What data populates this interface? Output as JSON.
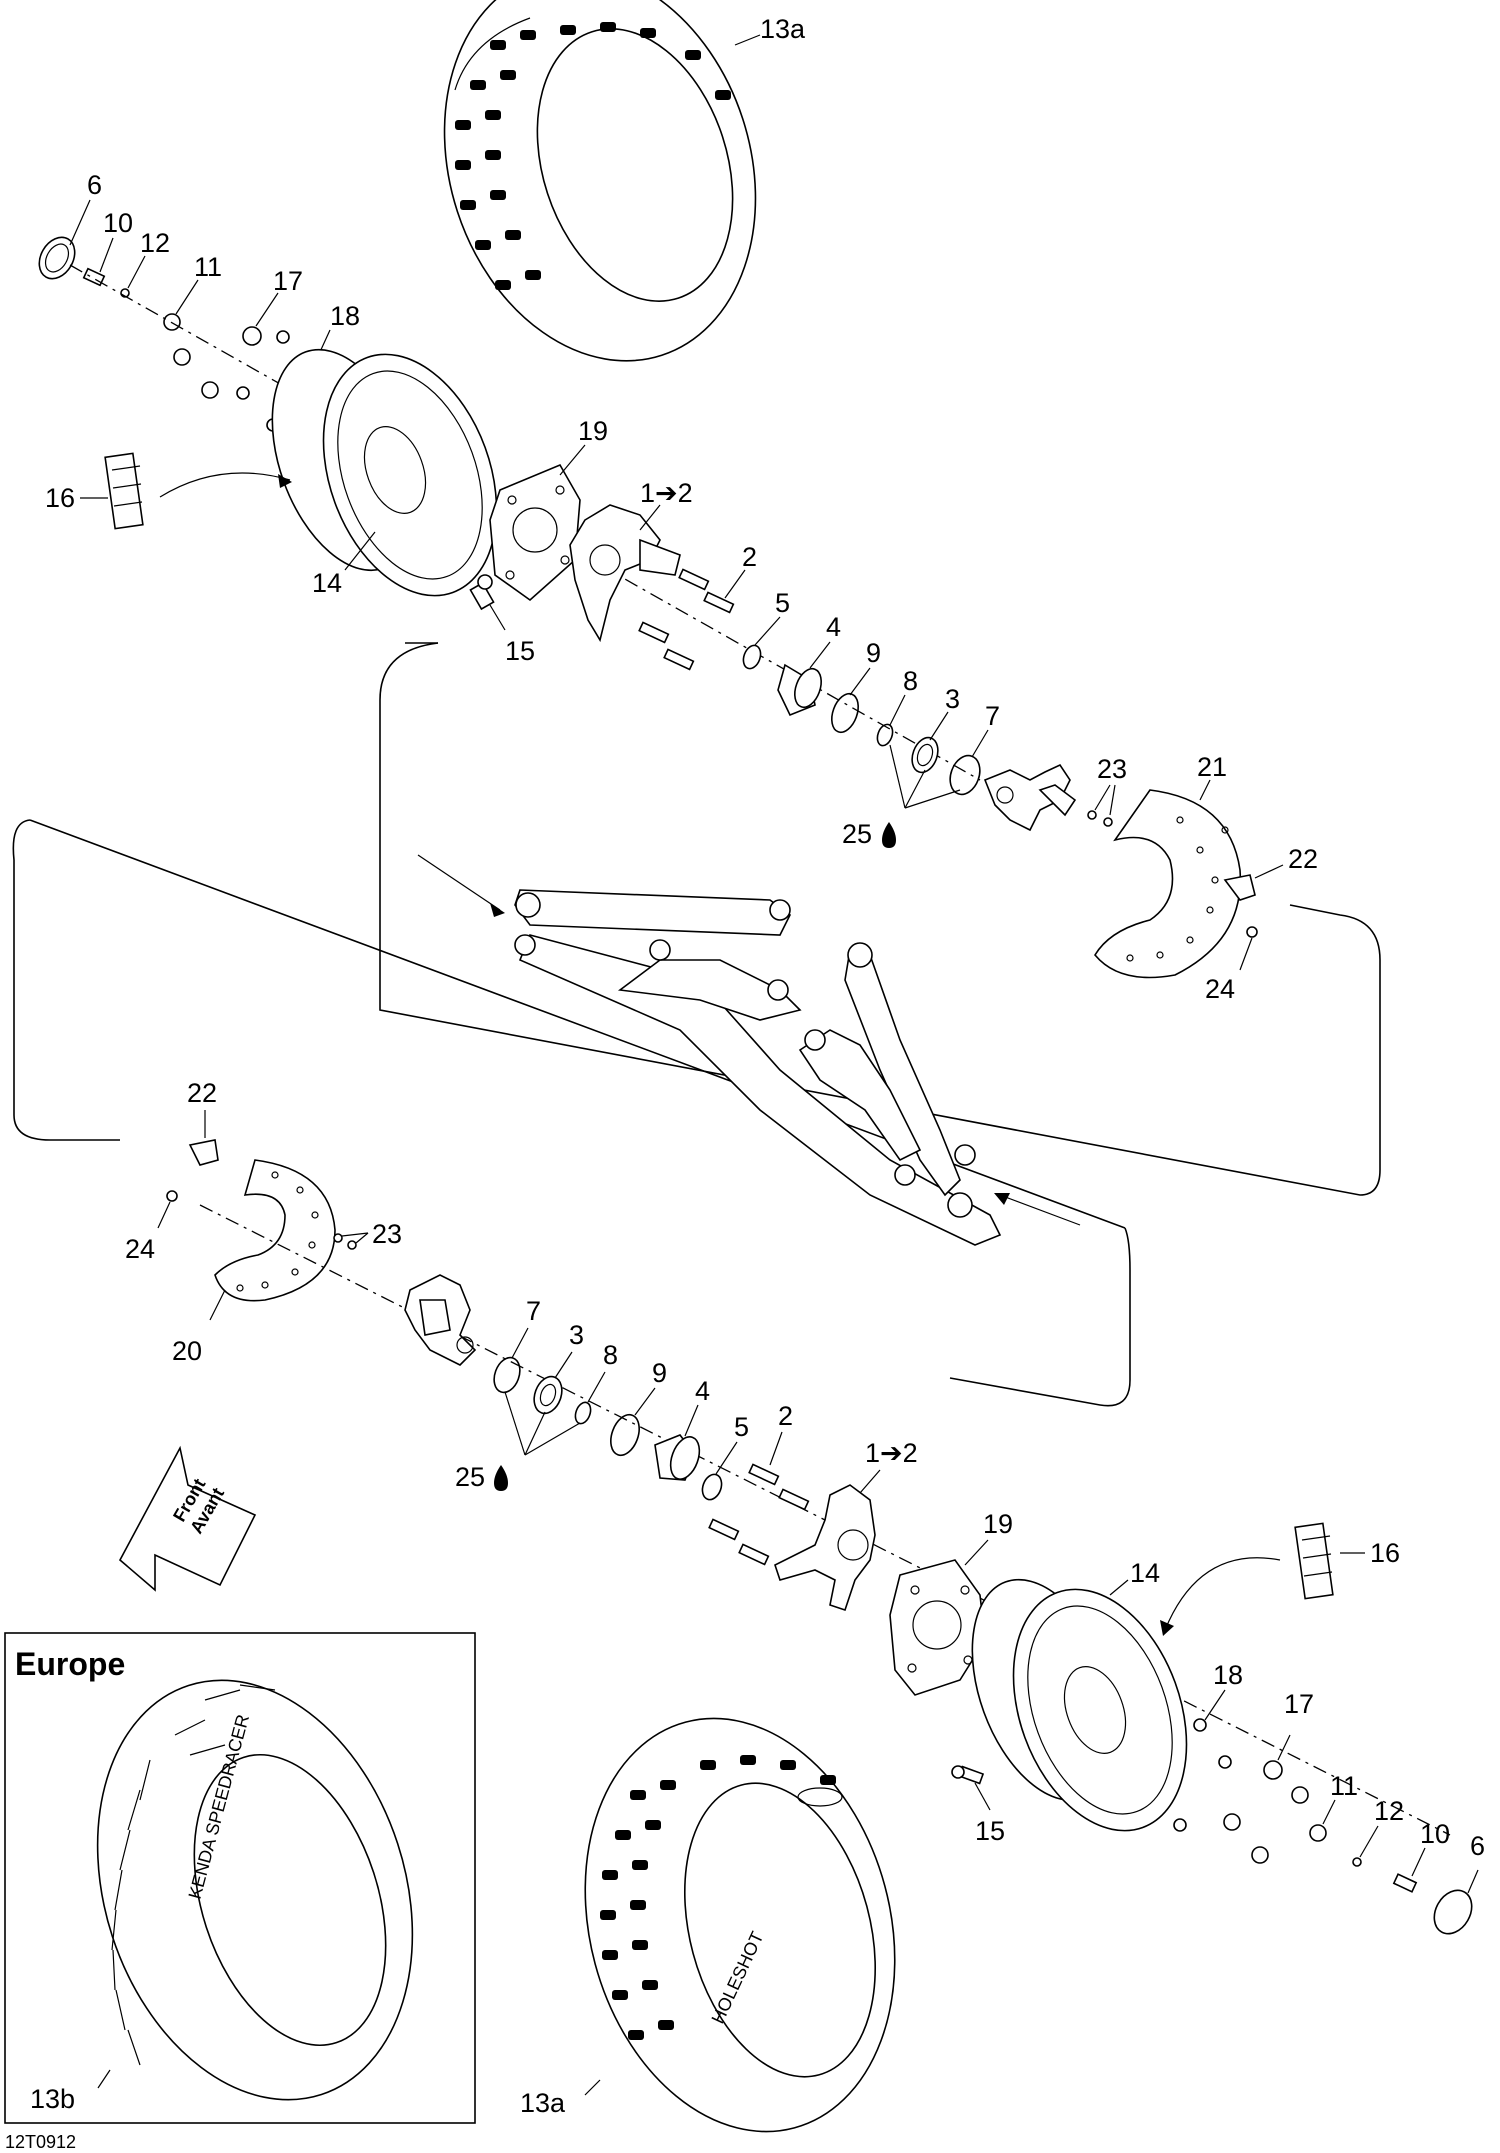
{
  "drawing_id": "12T0912",
  "inset_title": "Europe",
  "front_arrow": {
    "line1": "Front",
    "line2": "Avant"
  },
  "tire_texts": {
    "speedracer": "KENDA SPEEDRACER",
    "holeshot": "HOLESHOT"
  },
  "labels": {
    "p13a_top": "13a",
    "p6_top": "6",
    "p10_top": "10",
    "p12_top": "12",
    "p11_top": "11",
    "p17_top": "17",
    "p18_top": "18",
    "p16_top": "16",
    "p19_top": "19",
    "p1_2_top": "1➔2",
    "p2_top": "2",
    "p14_top": "14",
    "p15_top": "15",
    "p5_top": "5",
    "p4_top": "4",
    "p9_top": "9",
    "p8_top": "8",
    "p3_top": "3",
    "p7_top": "7",
    "p25_top": "25",
    "p23_top": "23",
    "p21_top": "21",
    "p22_top": "22",
    "p24_top": "24",
    "p22_bot": "22",
    "p24_bot": "24",
    "p23_bot": "23",
    "p20_bot": "20",
    "p7_bot": "7",
    "p3_bot": "3",
    "p8_bot": "8",
    "p9_bot": "9",
    "p4_bot": "4",
    "p5_bot": "5",
    "p2_bot": "2",
    "p1_2_bot": "1➔2",
    "p25_bot": "25",
    "p19_bot": "19",
    "p14_bot": "14",
    "p16_bot": "16",
    "p18_bot": "18",
    "p17_bot": "17",
    "p11_bot": "11",
    "p12_bot": "12",
    "p10_bot": "10",
    "p6_bot": "6",
    "p15_bot": "15",
    "p13a_bot": "13a",
    "p13b": "13b"
  }
}
